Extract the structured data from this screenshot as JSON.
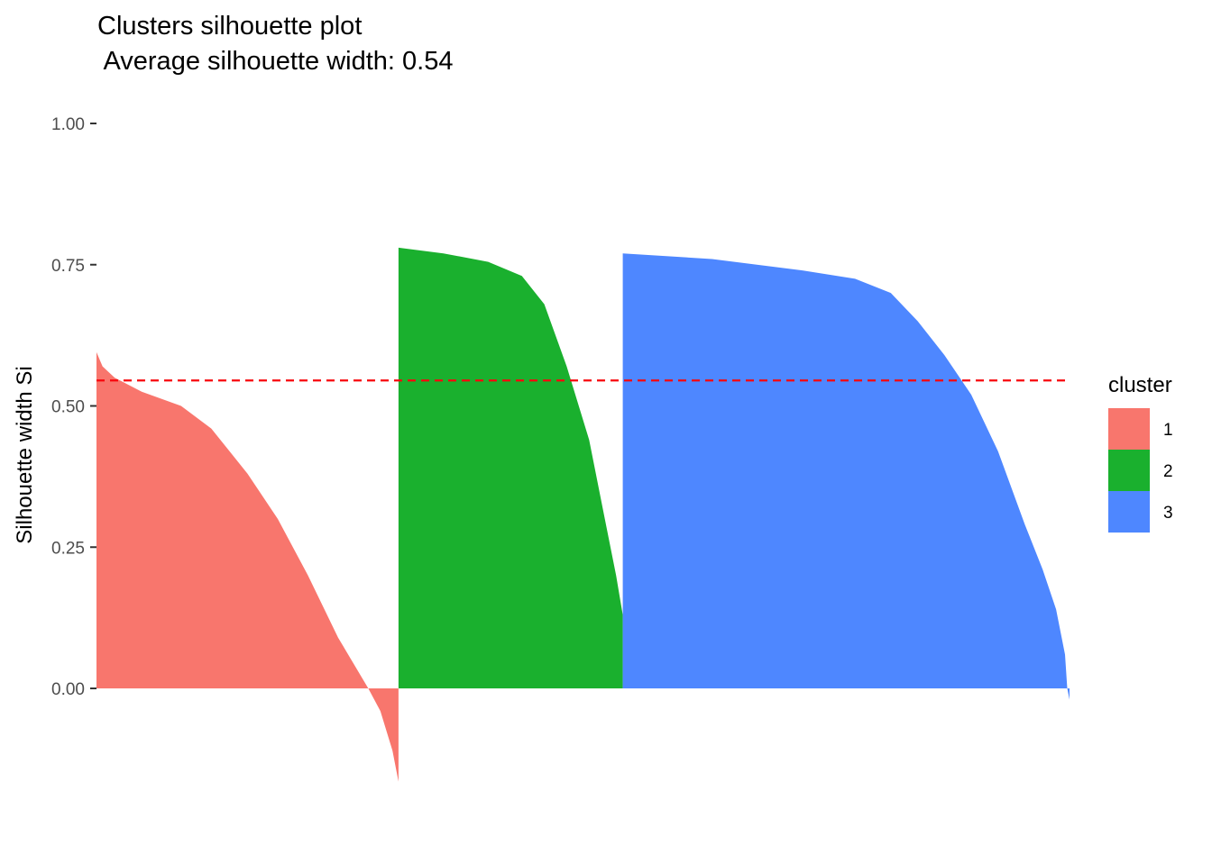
{
  "chart_data": {
    "type": "area",
    "title": "Clusters silhouette plot",
    "subtitle": " Average silhouette width: 0.54",
    "xlabel": "",
    "ylabel": "Silhouette width Si",
    "ylim": [
      -0.2,
      1.0
    ],
    "yticks": [
      "0.00",
      "0.25",
      "0.50",
      "0.75",
      "1.00"
    ],
    "ytick_values": [
      0,
      0.25,
      0.5,
      0.75,
      1.0
    ],
    "average_line": {
      "value": 0.545,
      "color": "#F8070D",
      "style": "dashed"
    },
    "grid": false,
    "legend": {
      "title": "cluster",
      "position": "right"
    },
    "n_total": 538,
    "series": [
      {
        "name": "1",
        "color": "#F8766D",
        "n": 167,
        "profile": [
          [
            0,
            0.595
          ],
          [
            0.02,
            0.57
          ],
          [
            0.06,
            0.55
          ],
          [
            0.15,
            0.525
          ],
          [
            0.28,
            0.5
          ],
          [
            0.38,
            0.46
          ],
          [
            0.5,
            0.38
          ],
          [
            0.6,
            0.3
          ],
          [
            0.7,
            0.2
          ],
          [
            0.8,
            0.09
          ],
          [
            0.9,
            0.0
          ],
          [
            0.94,
            -0.04
          ],
          [
            0.98,
            -0.11
          ],
          [
            1.0,
            -0.165
          ]
        ]
      },
      {
        "name": "2",
        "color": "#1AB02E",
        "n": 124,
        "profile": [
          [
            0,
            0.78
          ],
          [
            0.2,
            0.77
          ],
          [
            0.4,
            0.755
          ],
          [
            0.55,
            0.73
          ],
          [
            0.65,
            0.68
          ],
          [
            0.75,
            0.57
          ],
          [
            0.85,
            0.44
          ],
          [
            0.92,
            0.3
          ],
          [
            0.97,
            0.2
          ],
          [
            1.0,
            0.13
          ]
        ]
      },
      {
        "name": "3",
        "color": "#4E87FF",
        "n": 247,
        "profile": [
          [
            0,
            0.77
          ],
          [
            0.2,
            0.76
          ],
          [
            0.4,
            0.74
          ],
          [
            0.52,
            0.725
          ],
          [
            0.6,
            0.7
          ],
          [
            0.66,
            0.65
          ],
          [
            0.72,
            0.59
          ],
          [
            0.78,
            0.52
          ],
          [
            0.84,
            0.42
          ],
          [
            0.9,
            0.29
          ],
          [
            0.94,
            0.21
          ],
          [
            0.97,
            0.14
          ],
          [
            0.99,
            0.06
          ],
          [
            0.995,
            0.0
          ],
          [
            1.0,
            -0.02
          ]
        ]
      }
    ]
  }
}
